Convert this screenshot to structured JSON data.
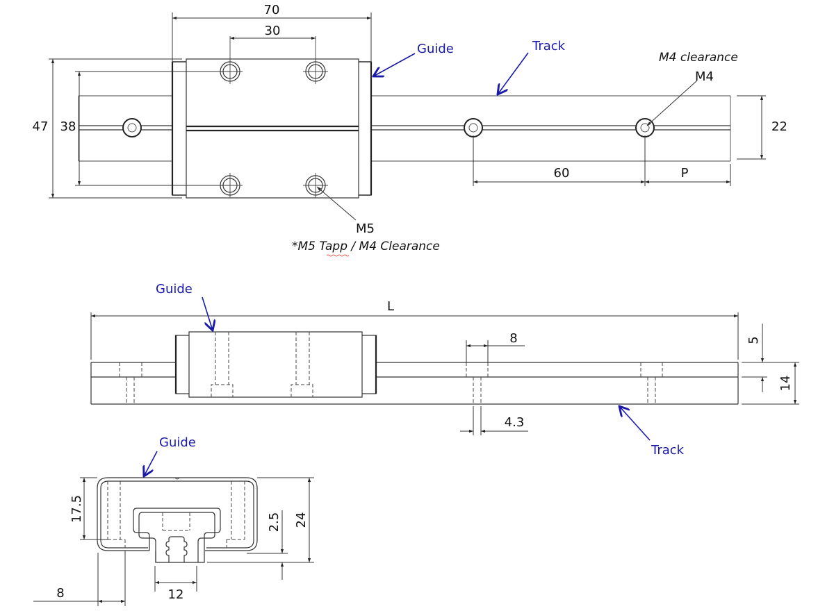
{
  "drawing": {
    "top_view": {
      "dim_overall_length": "70",
      "dim_hole_spacing": "30",
      "dim_overall_width": "47",
      "dim_hole_width": "38",
      "dim_track_width": "22",
      "dim_track_hole_pitch": "60",
      "dim_end_pitch": "P",
      "label_guide": "Guide",
      "label_track": "Track",
      "note_m4_clearance": "M4 clearance",
      "note_m4": "M4",
      "note_m5": "M5",
      "note_m5_tapp": "*M5 Tapp / M4 Clearance"
    },
    "side_view": {
      "dim_length": "L",
      "dim_counterbore": "8",
      "dim_hole": "4.3",
      "dim_counterbore_depth": "5",
      "dim_track_height": "14",
      "label_guide": "Guide",
      "label_track": "Track"
    },
    "end_view": {
      "label_guide": "Guide",
      "dim_inner_height": "17.5",
      "dim_overall_height": "24",
      "dim_gap": "2.5",
      "dim_track_width": "12",
      "dim_flange": "8"
    },
    "colors": {
      "label_blue": "#1a1aa8",
      "line_dark": "#333333"
    }
  }
}
